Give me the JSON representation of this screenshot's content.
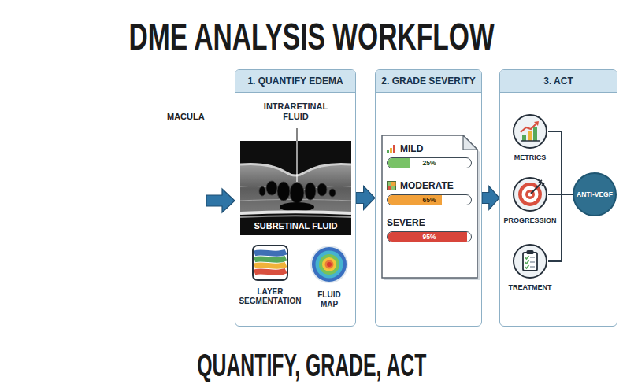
{
  "diagram": {
    "title": "DME ANALYSIS WORKFLOW",
    "caption": "QUANTIFY, GRADE, ACT",
    "nodes": [
      {
        "text": [
          "MACULA"
        ]
      },
      {
        "text": [
          "1. QUANTIFY EDEMA"
        ]
      },
      {
        "text": [
          "INTRARETINAL FLUID",
          "SUBRETINAL FLUID"
        ],
        "in": 1
      },
      {
        "text": [
          "LAYER SEGMENTATION"
        ],
        "in": 1
      },
      {
        "text": [
          "FLUID MAP"
        ],
        "in": 1
      },
      {
        "text": [
          "2. GRADE SEVERITY"
        ]
      },
      {
        "text": [
          "MILD",
          "25%"
        ],
        "in": 5
      },
      {
        "text": [
          "MODERATE",
          "65%"
        ],
        "in": 5
      },
      {
        "text": [
          "SEVERE",
          "95%"
        ],
        "in": 5
      },
      {
        "text": [
          "3. ACT"
        ]
      },
      {
        "text": [
          "METRICS"
        ],
        "in": 9
      },
      {
        "text": [
          "PROGRESSION"
        ],
        "in": 9
      },
      {
        "text": [
          "TREATMENT"
        ],
        "in": 9
      },
      {
        "text": [
          "ANTI-VEGF"
        ],
        "in": 9
      }
    ],
    "edges": [
      {
        "from": 0,
        "to": 1,
        "arrow": "to"
      },
      {
        "from": 1,
        "to": 5,
        "arrow": "to"
      },
      {
        "from": 5,
        "to": 9,
        "arrow": "to"
      },
      {
        "from": 10,
        "to": 13,
        "arrow": "none"
      },
      {
        "from": 11,
        "to": 13,
        "arrow": "none"
      },
      {
        "from": 12,
        "to": 13,
        "arrow": "none"
      }
    ]
  }
}
